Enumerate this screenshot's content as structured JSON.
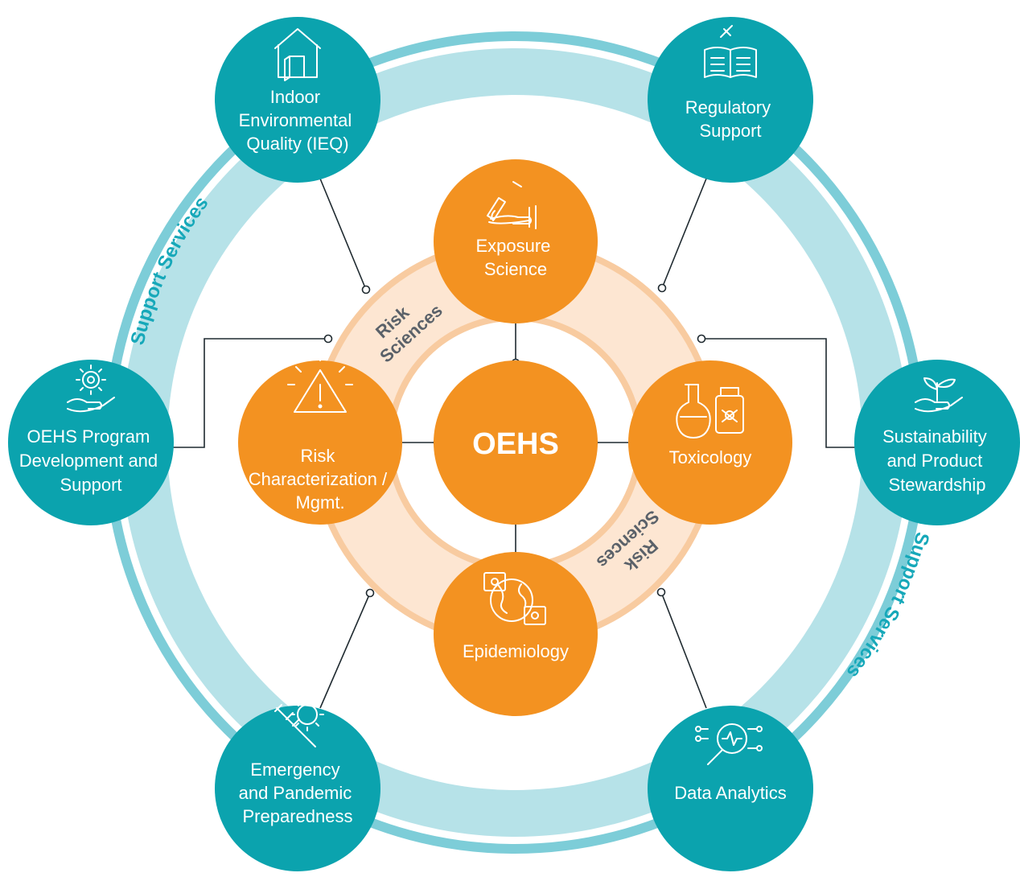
{
  "center": {
    "label": "OEHS"
  },
  "risk_sciences": {
    "label_top": [
      "Risk",
      "Sciences"
    ],
    "label_bottom": [
      "Risk",
      "Sciences"
    ]
  },
  "support_services": {
    "label_left": "Support Services",
    "label_right": "Support Services"
  },
  "core_nodes": {
    "exposure_science": [
      "Exposure",
      "Science"
    ],
    "toxicology": [
      "Toxicology"
    ],
    "epidemiology": [
      "Epidemiology"
    ],
    "risk_characterization": [
      "Risk",
      "Characterization /",
      "Mgmt."
    ]
  },
  "support_nodes": {
    "ieq": [
      "Indoor",
      "Environmental",
      "Quality (IEQ)"
    ],
    "regulatory": [
      "Regulatory",
      "Support"
    ],
    "oehs_program": [
      "OEHS Program",
      "Development and",
      "Support"
    ],
    "sustainability": [
      "Sustainability",
      "and Product",
      "Stewardship"
    ],
    "emergency": [
      "Emergency",
      "and Pandemic",
      "Preparedness"
    ],
    "data_analytics": [
      "Data Analytics"
    ]
  },
  "colors": {
    "teal": "#0ba3ae",
    "band": "#b6e2e8",
    "band_stroke": "#7dcdd8",
    "orange": "#f39221",
    "ring_fill": "#fde6d2",
    "ring_stroke": "#f8cba0"
  }
}
